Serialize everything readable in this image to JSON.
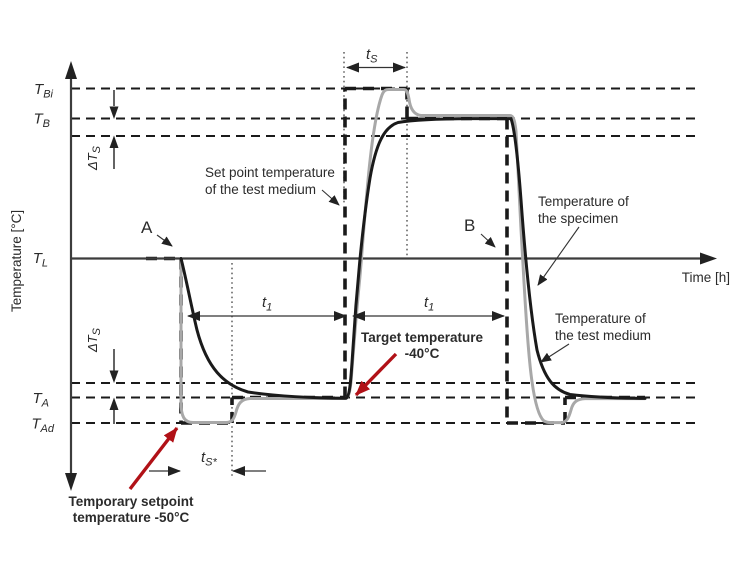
{
  "colors": {
    "accent_red": "#b11117",
    "specimen_curve": "#1a1a1a",
    "medium_curve": "#a8a8a8",
    "axis": "#3c3c3c"
  },
  "axes": {
    "y_label": "Temperature [°C]",
    "x_label": "Time [h]"
  },
  "levels": {
    "tbi": {
      "main": "T",
      "sub": "Bi"
    },
    "tb": {
      "main": "T",
      "sub": "B"
    },
    "tl": {
      "main": "T",
      "sub": "L"
    },
    "ta": {
      "main": "T",
      "sub": "A"
    },
    "tad": {
      "main": "T",
      "sub": "Ad"
    }
  },
  "deltas": {
    "upper": {
      "main": "ΔT",
      "sub": "S"
    },
    "lower": {
      "main": "ΔT",
      "sub": "S"
    }
  },
  "intervals": {
    "ts": {
      "main": "t",
      "sub": "S"
    },
    "t1_first": {
      "main": "t",
      "sub": "1"
    },
    "t1_second": {
      "main": "t",
      "sub": "1"
    },
    "ts_star": {
      "main": "t",
      "sub": "S*"
    }
  },
  "points": {
    "a": "A",
    "b": "B"
  },
  "annotations": {
    "setpoint": {
      "line1": "Set point temperature",
      "line2": "of the test medium"
    },
    "specimen": {
      "line1": "Temperature of",
      "line2": "the specimen"
    },
    "medium": {
      "line1": "Temperature of",
      "line2": "the test medium"
    },
    "target": {
      "line1": "Target temperature",
      "line2": "-40°C"
    },
    "temporary": {
      "line1": "Temporary setpoint",
      "line2": "temperature -50°C"
    }
  }
}
